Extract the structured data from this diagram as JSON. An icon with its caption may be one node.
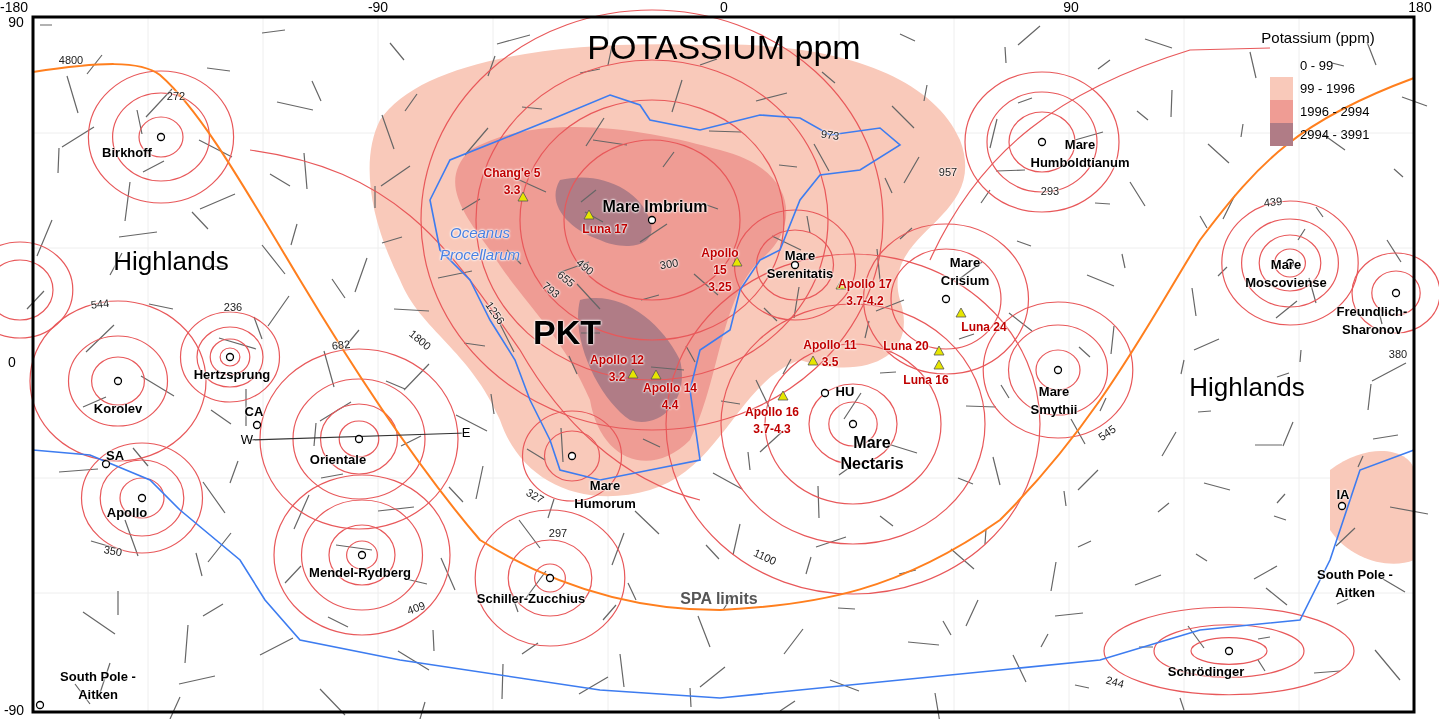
{
  "diagram": {
    "title": "POTASSIUM ppm",
    "labels": [
      "-180",
      "-90",
      "0",
      "90",
      "180",
      "90",
      "0",
      "-90",
      "4800",
      "272",
      "Birkhoff",
      "Chang'e 5 3.3",
      "Mare Imbrium",
      "Luna 17",
      "973",
      "957",
      "Mare Humboldtianum",
      "293",
      "439",
      "Oceanus Procellarum",
      "Highlands",
      "544",
      "236",
      "490",
      "655",
      "793",
      "300",
      "1256",
      "1800",
      "682",
      "PKT",
      "Apollo 15 3.25",
      "Mare Serenitatis",
      "Apollo 17 3.7-4.2",
      "Mare Crisium",
      "Luna 24",
      "Mare Moscoviense",
      "Freundlich-Sharonov",
      "380",
      "Hertzsprung",
      "Korolev",
      "Apollo 12 3.2",
      "Apollo 14 4.4",
      "Apollo 11 3.5",
      "Luna 20",
      "Luna 16",
      "HU",
      "Highlands",
      "Mare Smythii",
      "CA",
      "W",
      "E",
      "Apollo 16 3.7-4.3",
      "Mare Nectaris",
      "Orientale",
      "SA",
      "Mare Humorum",
      "545",
      "327",
      "Apollo",
      "IA",
      "350",
      "297",
      "1100",
      "Mendel-Rydberg",
      "Schiller-Zucchius",
      "SPA limits",
      "409",
      "South Pole - Aitken",
      "South Pole - Aitken",
      "Schrödinger",
      "244",
      "Potassium (ppm)"
    ],
    "legend": [
      {
        "text": "0 - 99",
        "color": "#ffffff"
      },
      {
        "text": "99 - 1996",
        "color": "#f9c9ba"
      },
      {
        "text": "1996 - 2994",
        "color": "#ef9c94"
      },
      {
        "text": "2994 - 3991",
        "color": "#b07c86"
      }
    ]
  }
}
